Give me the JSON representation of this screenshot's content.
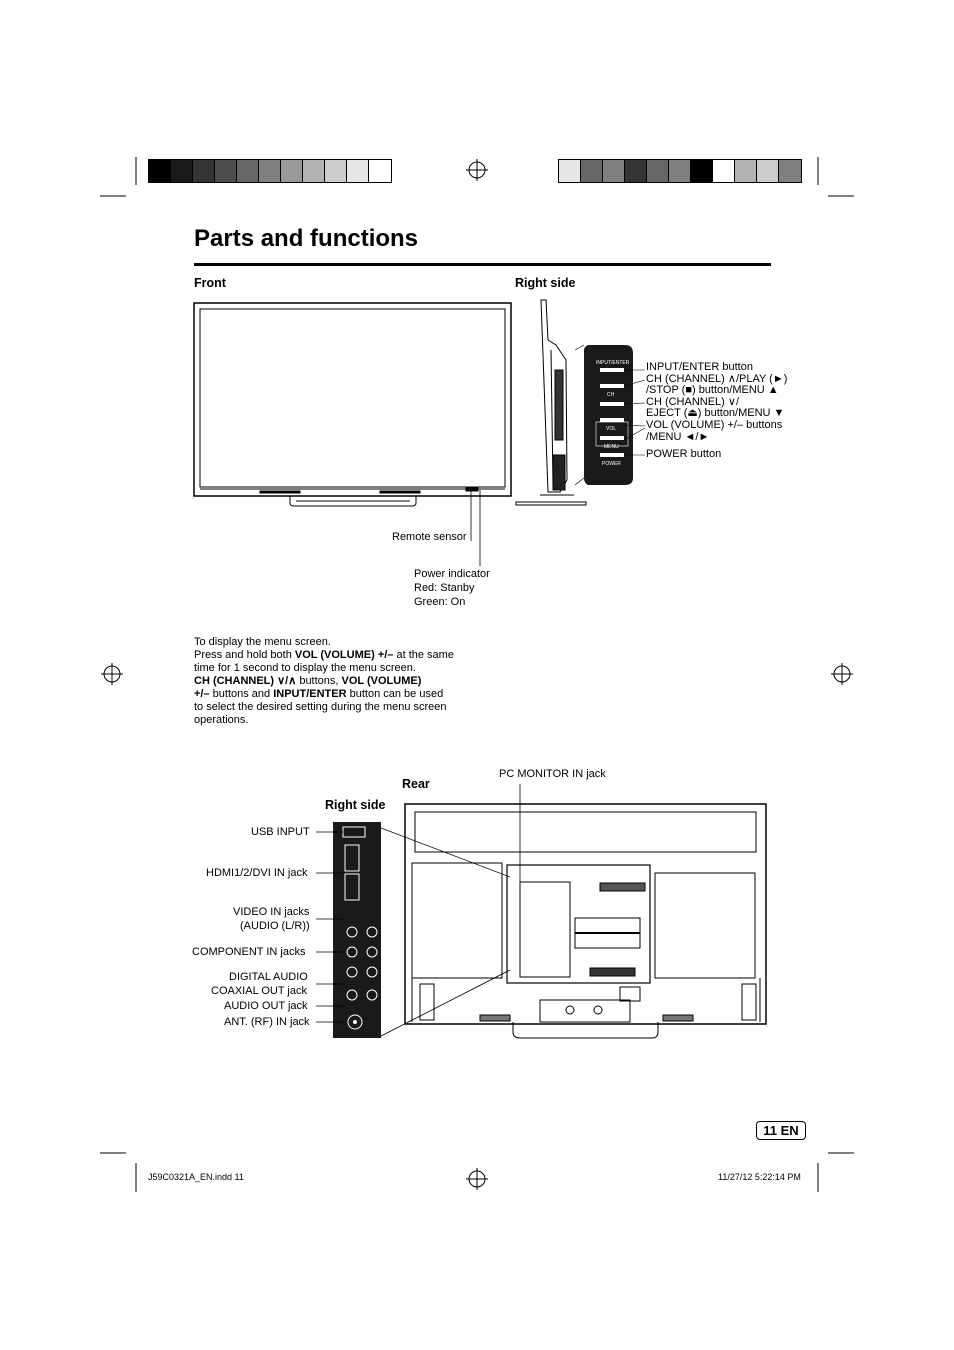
{
  "page": {
    "title": "Parts and functions",
    "page_badge": "11 EN",
    "footer_left": "J59C0321A_EN.indd   11",
    "footer_right": "11/27/12   5:22:14 PM"
  },
  "front": {
    "heading": "Front",
    "remote_sensor": "Remote sensor",
    "power_indicator": [
      "Power indicator",
      "Red: Stanby",
      "Green: On"
    ]
  },
  "right_side": {
    "heading": "Right side",
    "panel_labels": [
      "INPUT/ENTER",
      "CH",
      "VOL",
      "MENU",
      "POWER"
    ],
    "callouts": [
      "INPUT/ENTER button",
      "CH (CHANNEL) ∧/PLAY (►)",
      "/STOP (■) button/MENU ▲",
      "CH (CHANNEL) ∨/",
      "EJECT (⏏) button/MENU ▼",
      "VOL (VOLUME) +/– buttons",
      "/MENU ◄/►",
      "POWER button"
    ]
  },
  "menu_instructions": {
    "line1": "To display the menu screen.",
    "line2_a": "Press and hold both ",
    "line2_b": "VOL (VOLUME) +/–",
    "line2_c": " at the same",
    "line3": "time for 1 second to display the menu screen.",
    "line4_a": "CH (CHANNEL) ∨/∧",
    "line4_b": " buttons, ",
    "line4_c": "VOL (VOLUME)",
    "line5_a": "+/–",
    "line5_b": " buttons and ",
    "line5_c": "INPUT/ENTER",
    "line5_d": " button can be used",
    "line6": "to select the desired setting during the menu screen",
    "line7": "operations."
  },
  "rear": {
    "heading": "Rear",
    "right_side_heading": "Right side",
    "pc_monitor": "PC MONITOR IN jack",
    "jacks": [
      "USB INPUT",
      "HDMI1/2/DVI IN jack",
      "VIDEO IN jacks",
      "(AUDIO (L/R))",
      "COMPONENT IN jacks",
      "DIGITAL AUDIO",
      "COAXIAL OUT jack",
      "AUDIO OUT jack",
      "ANT. (RF) IN jack"
    ]
  },
  "colors": {
    "bar_left": [
      "#000000",
      "#1a1a1a",
      "#333333",
      "#4d4d4d",
      "#666666",
      "#808080",
      "#999999",
      "#b3b3b3",
      "#cccccc",
      "#e6e6e6",
      "#ffffff"
    ],
    "bar_right": [
      "#e6e6e6",
      "#666666",
      "#808080",
      "#333333",
      "#666666",
      "#808080",
      "#000000",
      "#ffffff",
      "#b3b3b3",
      "#cccccc",
      "#808080"
    ]
  }
}
